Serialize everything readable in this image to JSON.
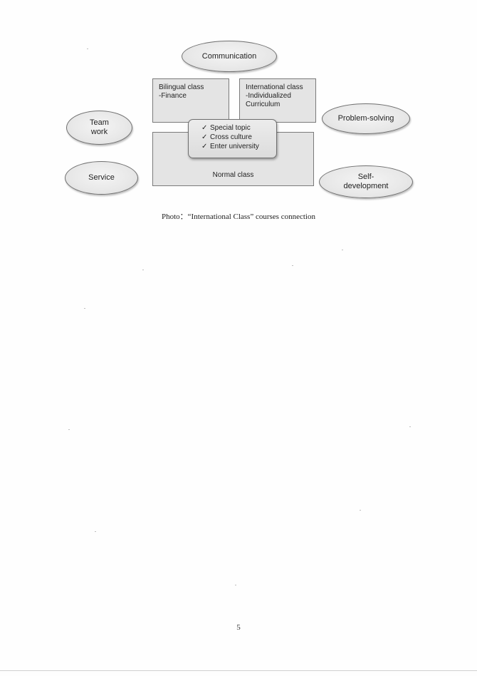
{
  "diagram": {
    "ovals": {
      "communication": "Communication",
      "team_work": [
        "Team",
        "work"
      ],
      "service": "Service",
      "problem_solving": "Problem-solving",
      "self_development": [
        "Self-",
        "development"
      ]
    },
    "boxes": {
      "bilingual": [
        "Bilingual class",
        "-Finance"
      ],
      "international": [
        "International class",
        "-Individualized",
        "Curriculum"
      ],
      "normal": "Normal class"
    },
    "topics": {
      "check_glyph": "✓",
      "items": [
        "Special topic",
        "Cross culture",
        "Enter university"
      ]
    }
  },
  "caption": "Photo：“International Class” courses connection",
  "page_number": "5"
}
